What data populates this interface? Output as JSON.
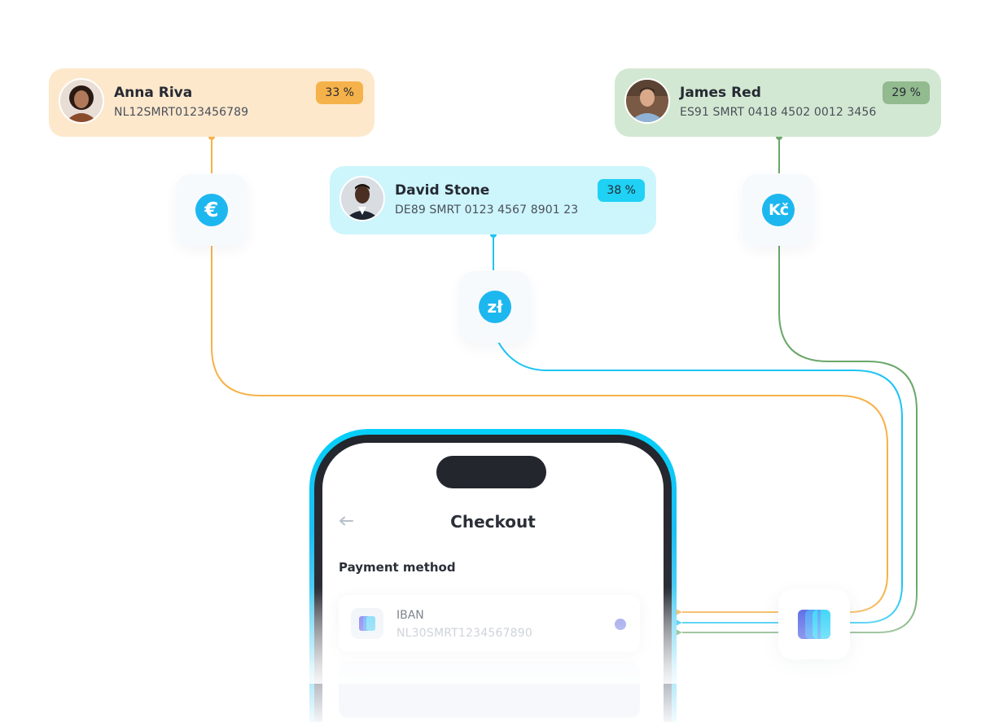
{
  "recipients": [
    {
      "name": "Anna Riva",
      "iban": "NL12SMRT0123456789",
      "share": "33 %",
      "currency_icon": "euro-icon",
      "currency_symbol": "€",
      "color": "#f6b24a"
    },
    {
      "name": "David Stone",
      "iban": "DE89 SMRT 0123 4567 8901 23",
      "share": "38 %",
      "currency_icon": "zloty-icon",
      "currency_symbol": "zł",
      "color": "#1fc4f3"
    },
    {
      "name": "James Red",
      "iban": "ES91 SMRT 0418 4502 0012 3456",
      "share": "29 %",
      "currency_icon": "koruna-icon",
      "currency_symbol": "Kč",
      "color": "#6aa768"
    }
  ],
  "checkout": {
    "title": "Checkout",
    "section_label": "Payment method",
    "back_icon": "back-arrow-icon",
    "methods": [
      {
        "name": "IBAN",
        "value": "NL30SMRT1234567890",
        "selected": true
      }
    ]
  },
  "brand_icon": "brand-logo-icon",
  "colors": {
    "accent": "#04cff9",
    "coin": "#1db7ef",
    "radio": "#8f99e8"
  }
}
